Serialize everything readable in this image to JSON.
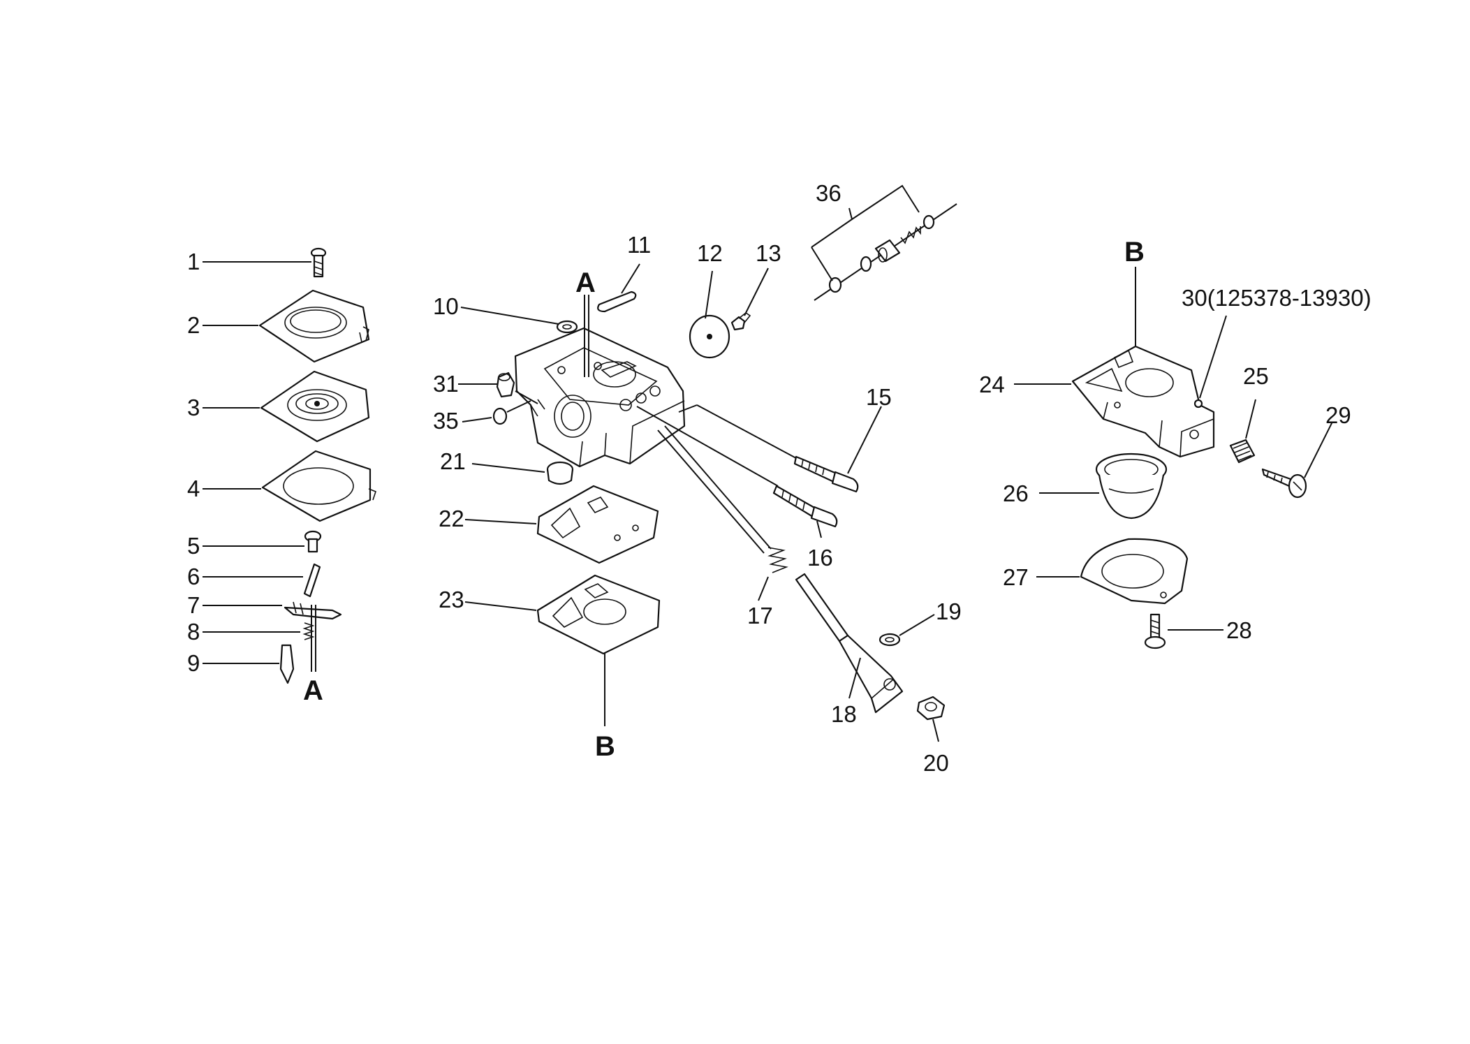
{
  "diagram": {
    "part_labels": {
      "p1": "1",
      "p2": "2",
      "p3": "3",
      "p4": "4",
      "p5": "5",
      "p6": "6",
      "p7": "7",
      "p8": "8",
      "p9": "9",
      "p10": "10",
      "p11": "11",
      "p12": "12",
      "p13": "13",
      "p15": "15",
      "p16": "16",
      "p17": "17",
      "p18": "18",
      "p19": "19",
      "p20": "20",
      "p21": "21",
      "p22": "22",
      "p23": "23",
      "p24": "24",
      "p25": "25",
      "p26": "26",
      "p27": "27",
      "p28": "28",
      "p29": "29",
      "p30": "30(125378-13930)",
      "p31": "31",
      "p35": "35",
      "p36": "36"
    },
    "reference_marks": {
      "a_upper": "A",
      "a_lower": "A",
      "b_lower": "B",
      "b_upper": "B"
    }
  }
}
